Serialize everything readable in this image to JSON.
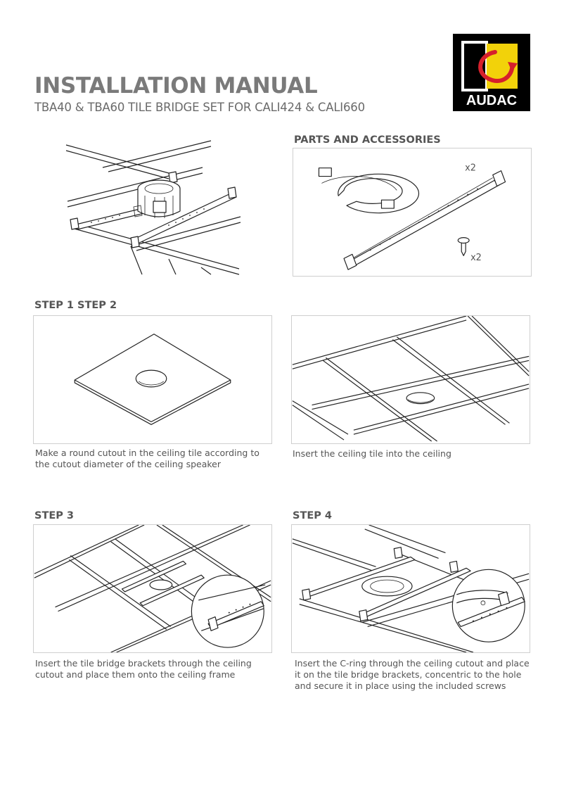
{
  "header": {
    "title": "INSTALLATION MANUAL",
    "subtitle": "TBA40 & TBA60 TILE BRIDGE SET FOR CALI424 & CALI660"
  },
  "logo": {
    "brand": "AUDAC",
    "colors": {
      "bg": "#000000",
      "yellow": "#f2d20a",
      "red": "#d6202c"
    }
  },
  "parts": {
    "heading": "PARTS AND ACCESSORIES",
    "bracket_qty": "x2",
    "screw_qty": "x2"
  },
  "steps": {
    "step12_heading": "STEP 1 STEP 2",
    "step1_caption": "Make a round cutout in the ceiling tile according to the cutout diameter of the ceiling speaker",
    "step2_caption": "Insert the ceiling tile into the ceiling",
    "step3_heading": "STEP 3",
    "step3_caption": "Insert the tile bridge brackets through the ceiling cutout and place them onto the ceiling frame",
    "step4_heading": "STEP 4",
    "step4_caption": "Insert the C-ring through the ceiling cutout and place it on the tile bridge brackets, concentric to the hole and secure it in place using the included screws"
  }
}
